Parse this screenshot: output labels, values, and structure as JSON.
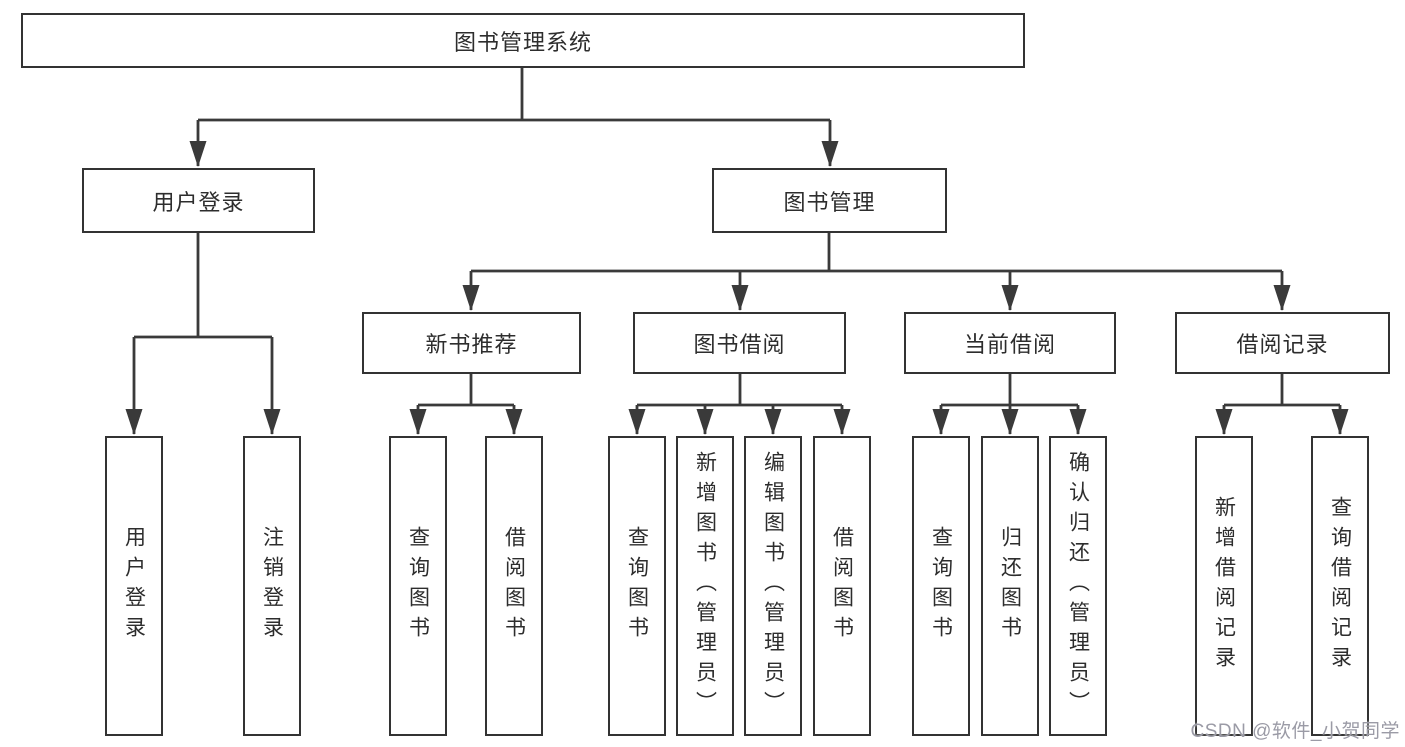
{
  "tree": {
    "label": "图书管理系统",
    "children": [
      {
        "label": "用户登录",
        "children": [
          {
            "label": "用户登录"
          },
          {
            "label": "注销登录"
          }
        ]
      },
      {
        "label": "图书管理",
        "children": [
          {
            "label": "新书推荐",
            "children": [
              {
                "label": "查询图书"
              },
              {
                "label": "借阅图书"
              }
            ]
          },
          {
            "label": "图书借阅",
            "children": [
              {
                "label": "查询图书"
              },
              {
                "label": "新增图书（管理员）"
              },
              {
                "label": "编辑图书（管理员）"
              },
              {
                "label": "借阅图书"
              }
            ]
          },
          {
            "label": "当前借阅",
            "children": [
              {
                "label": "查询图书"
              },
              {
                "label": "归还图书"
              },
              {
                "label": "确认归还（管理员）"
              }
            ]
          },
          {
            "label": "借阅记录",
            "children": [
              {
                "label": "新增借阅记录"
              },
              {
                "label": "查询借阅记录"
              }
            ]
          }
        ]
      }
    ]
  },
  "watermark": {
    "text": "CSDN @软件_小贺同学"
  },
  "colors": {
    "line": "#3a3a3a",
    "box_border": "#333333",
    "text": "#2d2d2d",
    "background": "#ffffff",
    "watermark": "#9b9ba6"
  }
}
